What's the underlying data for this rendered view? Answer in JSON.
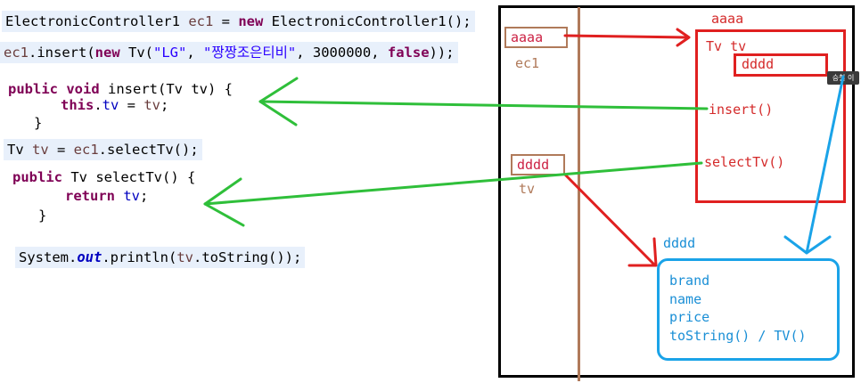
{
  "code": {
    "l1": {
      "type": "ElectronicController1",
      "var": "ec1",
      "op": " = ",
      "kw": "new",
      "ctor": " ElectronicController1();"
    },
    "l2": {
      "var": "ec1",
      "call": ".insert(",
      "kw1": "new",
      "ctor": " Tv(",
      "s1": "\"LG\"",
      "sep1": ", ",
      "s2": "\"짱짱조은티비\"",
      "rest": ", 3000000, ",
      "kw2": "false",
      "end": "));"
    },
    "l3": {
      "kw1": "public",
      "kw2": "void",
      "sig": " insert(Tv tv) {"
    },
    "l4": {
      "kw": "this",
      "dot": ".",
      "field": "tv",
      "assign": " = ",
      "var": "tv",
      "semi": ";"
    },
    "l5": "}",
    "l6": {
      "type": "Tv ",
      "var": "tv",
      "op": " = ",
      "var2": "ec1",
      "call": ".selectTv();"
    },
    "l7": {
      "kw": "public",
      "sig": " Tv selectTv() {"
    },
    "l8": {
      "kw": "return",
      "sp": " ",
      "field": "tv",
      "semi": ";"
    },
    "l9": "}",
    "l10": {
      "pre": "System.",
      "out": "out",
      "mid": ".println(",
      "var": "tv",
      "end": ".toString());"
    }
  },
  "diagram": {
    "ec1_box_value": "aaaa",
    "ec1_label": "ec1",
    "tv_box_value": "dddd",
    "tv_label": "tv",
    "object_address": "aaaa",
    "object_field_label": "Tv tv",
    "object_field_value": "dddd",
    "method_insert": "insert()",
    "method_select": "selectTv()",
    "tv_object_address": "dddd",
    "tv_object_fields": [
      "brand",
      "name",
      "price",
      "toString() / TV()"
    ],
    "side_tag": "승철 이"
  },
  "colors": {
    "red": "#e02020",
    "green": "#2fbf3a",
    "blue": "#1aa3e8",
    "brown": "#b07a5a"
  }
}
